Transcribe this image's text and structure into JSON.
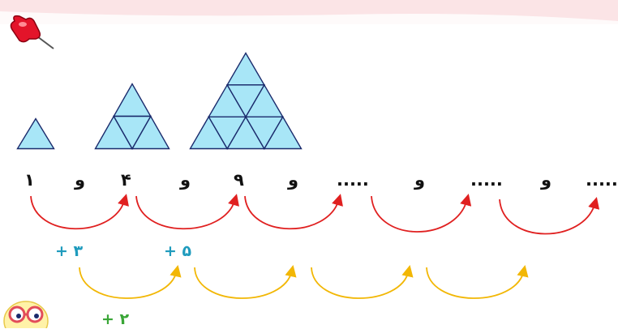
{
  "sequence": {
    "terms": [
      "۱",
      "۴",
      "۹",
      ".....",
      ".....",
      "....."
    ],
    "separator": "و"
  },
  "first_differences": [
    "+ ۳",
    "+ ۵"
  ],
  "second_difference": "+ ۲",
  "triangles": {
    "rows": [
      1,
      2,
      3
    ],
    "fill": "#a8e6f7",
    "stroke": "#1a2a6c"
  },
  "colors": {
    "top_band": "#fbe4e6",
    "red_arc": "#e02020",
    "orange_arc": "#f2b705",
    "difference_text": "#1f9bbd",
    "second_difference_text": "#3aa637"
  },
  "icons": [
    "pushpin-icon",
    "smiling-face-glasses-icon"
  ]
}
